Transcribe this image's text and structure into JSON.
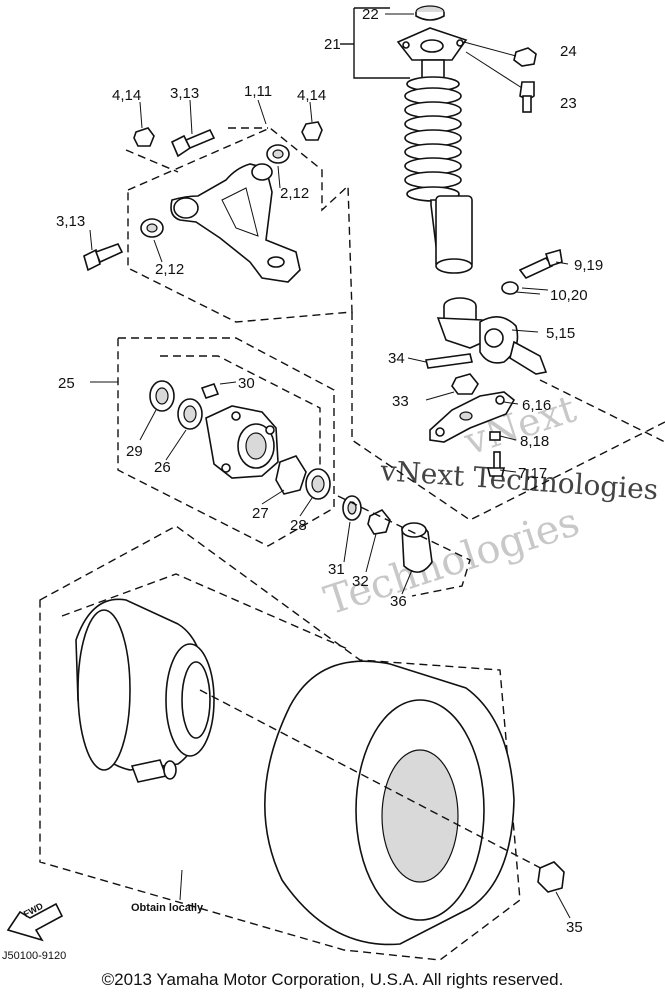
{
  "callouts": {
    "c22": "22",
    "c21": "21",
    "c24": "24",
    "c23": "23",
    "c4_14_left": "4,14",
    "c3_13_top": "3,13",
    "c1_11": "1,11",
    "c4_14_right": "4,14",
    "c2_12_upper": "2,12",
    "c3_13_left": "3,13",
    "c2_12_lower": "2,12",
    "c9_19": "9,19",
    "c10_20": "10,20",
    "c5_15": "5,15",
    "c34": "34",
    "c25": "25",
    "c30": "30",
    "c33": "33",
    "c6_16": "6,16",
    "c8_18": "8,18",
    "c7_17": "7,17",
    "c29": "29",
    "c26": "26",
    "c27": "27",
    "c28": "28",
    "c31": "31",
    "c32": "32",
    "c36": "36",
    "c35": "35"
  },
  "watermark": {
    "line1": "vNext",
    "line2": "vNext Technologies",
    "line3": "Technologies"
  },
  "notes": {
    "obtain_locally": "Obtain locally",
    "fwd": "FWD"
  },
  "footer": {
    "code": "J50100-9120",
    "copyright": "©2013 Yamaha Motor Corporation, U.S.A. All rights reserved."
  }
}
